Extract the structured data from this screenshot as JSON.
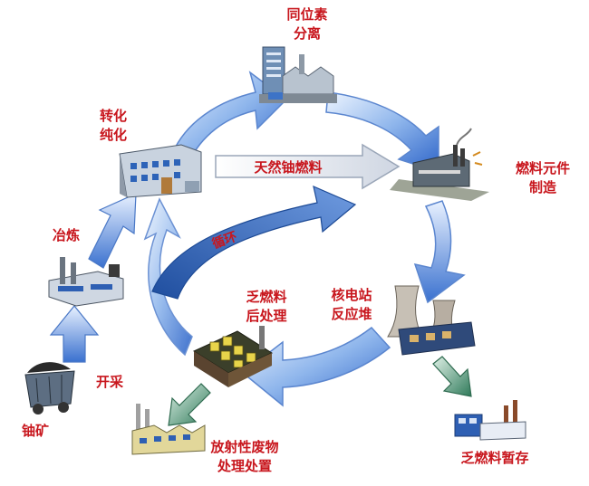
{
  "labels": {
    "isotope_separation": [
      "同位素",
      "分离"
    ],
    "conversion_purification": [
      "转化",
      "纯化"
    ],
    "fuel_element_fabrication": [
      "燃料元件",
      "制造"
    ],
    "smelting": "冶炼",
    "natural_uranium_fuel": "天然铀燃料",
    "recycle": "循环",
    "spent_fuel_reprocessing": [
      "乏燃料",
      "后处理"
    ],
    "nuclear_reactor": [
      "核电站",
      "反应堆"
    ],
    "mining": "开采",
    "uranium_ore": "铀矿",
    "radioactive_waste": [
      "放射性废物",
      "处理处置"
    ],
    "spent_fuel_storage": "乏燃料暂存"
  },
  "colors": {
    "label_red": "#c8161d",
    "ring_light": "#d6e6fb",
    "ring_dark": "#2c63c8",
    "inner_arrow": "#2f5fb4",
    "waste_arrow_green": "#2f7a5a"
  },
  "icons": [
    "factory-icon",
    "plant-icon",
    "reactor-icon",
    "mine-cart-icon",
    "smelter-icon",
    "storage-icon",
    "waste-facility-icon"
  ]
}
